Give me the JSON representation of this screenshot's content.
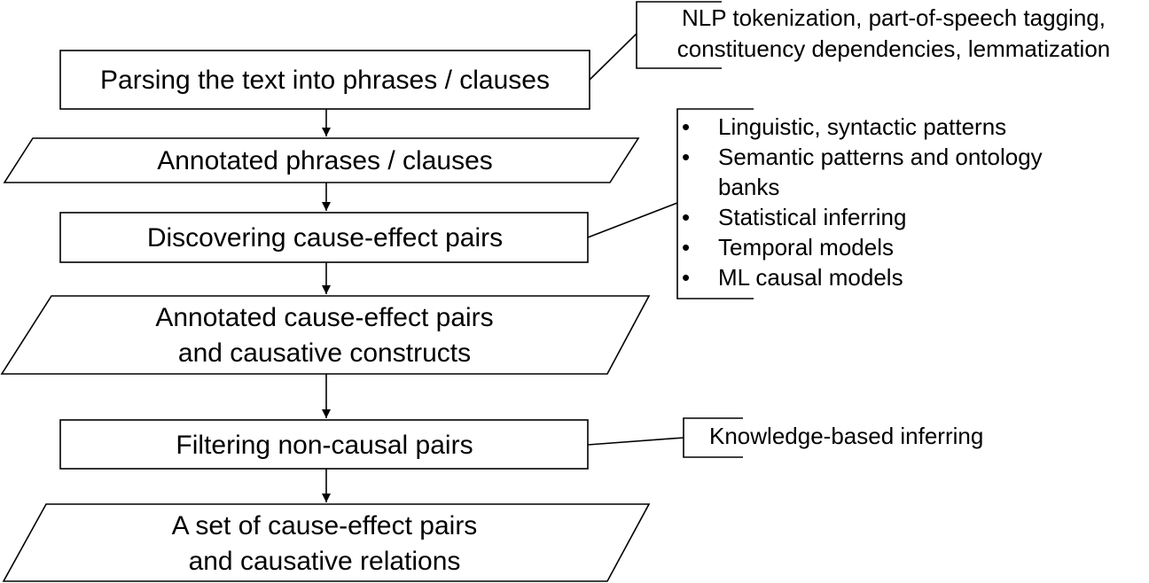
{
  "nodes": [
    {
      "id": "parse",
      "kind": "process",
      "lines": [
        "Parsing the text into phrases / clauses"
      ]
    },
    {
      "id": "annotated-phrases",
      "kind": "data",
      "lines": [
        "Annotated phrases / clauses"
      ]
    },
    {
      "id": "discover",
      "kind": "process",
      "lines": [
        "Discovering cause-effect pairs"
      ]
    },
    {
      "id": "annotated-pairs",
      "kind": "data",
      "lines": [
        "Annotated cause-effect pairs",
        "and causative constructs"
      ]
    },
    {
      "id": "filter",
      "kind": "process",
      "lines": [
        "Filtering non-causal pairs"
      ]
    },
    {
      "id": "result",
      "kind": "data",
      "lines": [
        "A set of cause-effect pairs",
        "and causative relations"
      ]
    }
  ],
  "annotations": [
    {
      "id": "nlp",
      "attached_to": "parse",
      "lines": [
        "NLP tokenization, part-of-speech tagging,",
        "constituency dependencies, lemmatization"
      ]
    },
    {
      "id": "methods",
      "attached_to": "discover",
      "items": [
        [
          "Linguistic, syntactic patterns"
        ],
        [
          "Semantic patterns and ontology",
          "banks"
        ],
        [
          "Statistical inferring"
        ],
        [
          "Temporal models"
        ],
        [
          "ML causal models"
        ]
      ]
    },
    {
      "id": "knowledge",
      "attached_to": "filter",
      "lines": [
        "Knowledge-based inferring"
      ]
    }
  ],
  "bullet_symbol": "•"
}
